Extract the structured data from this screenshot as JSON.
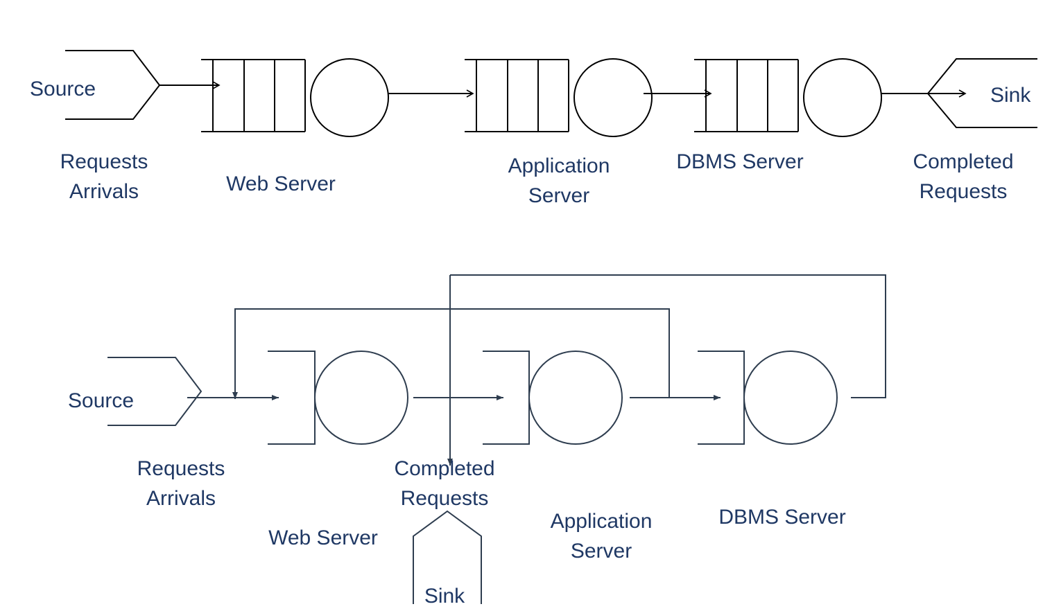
{
  "top": {
    "source_label": "Source",
    "source_caption": [
      "Requests",
      "Arrivals"
    ],
    "web_server_label": "Web Server",
    "app_server_label": [
      "Application",
      "Server"
    ],
    "dbms_server_label": "DBMS Server",
    "sink_label": "Sink",
    "sink_caption": [
      "Completed",
      "Requests"
    ]
  },
  "bottom": {
    "source_label": "Source",
    "source_caption": [
      "Requests",
      "Arrivals"
    ],
    "completed_caption": [
      "Completed",
      "Requests"
    ],
    "web_server_label": "Web Server",
    "app_server_label": [
      "Application",
      "Server"
    ],
    "dbms_server_label": "DBMS Server",
    "sink_label": "Sink"
  },
  "colors": {
    "top_stroke": "#000000",
    "bottom_stroke": "#2e3d4f",
    "label_text": "#1f3864"
  }
}
